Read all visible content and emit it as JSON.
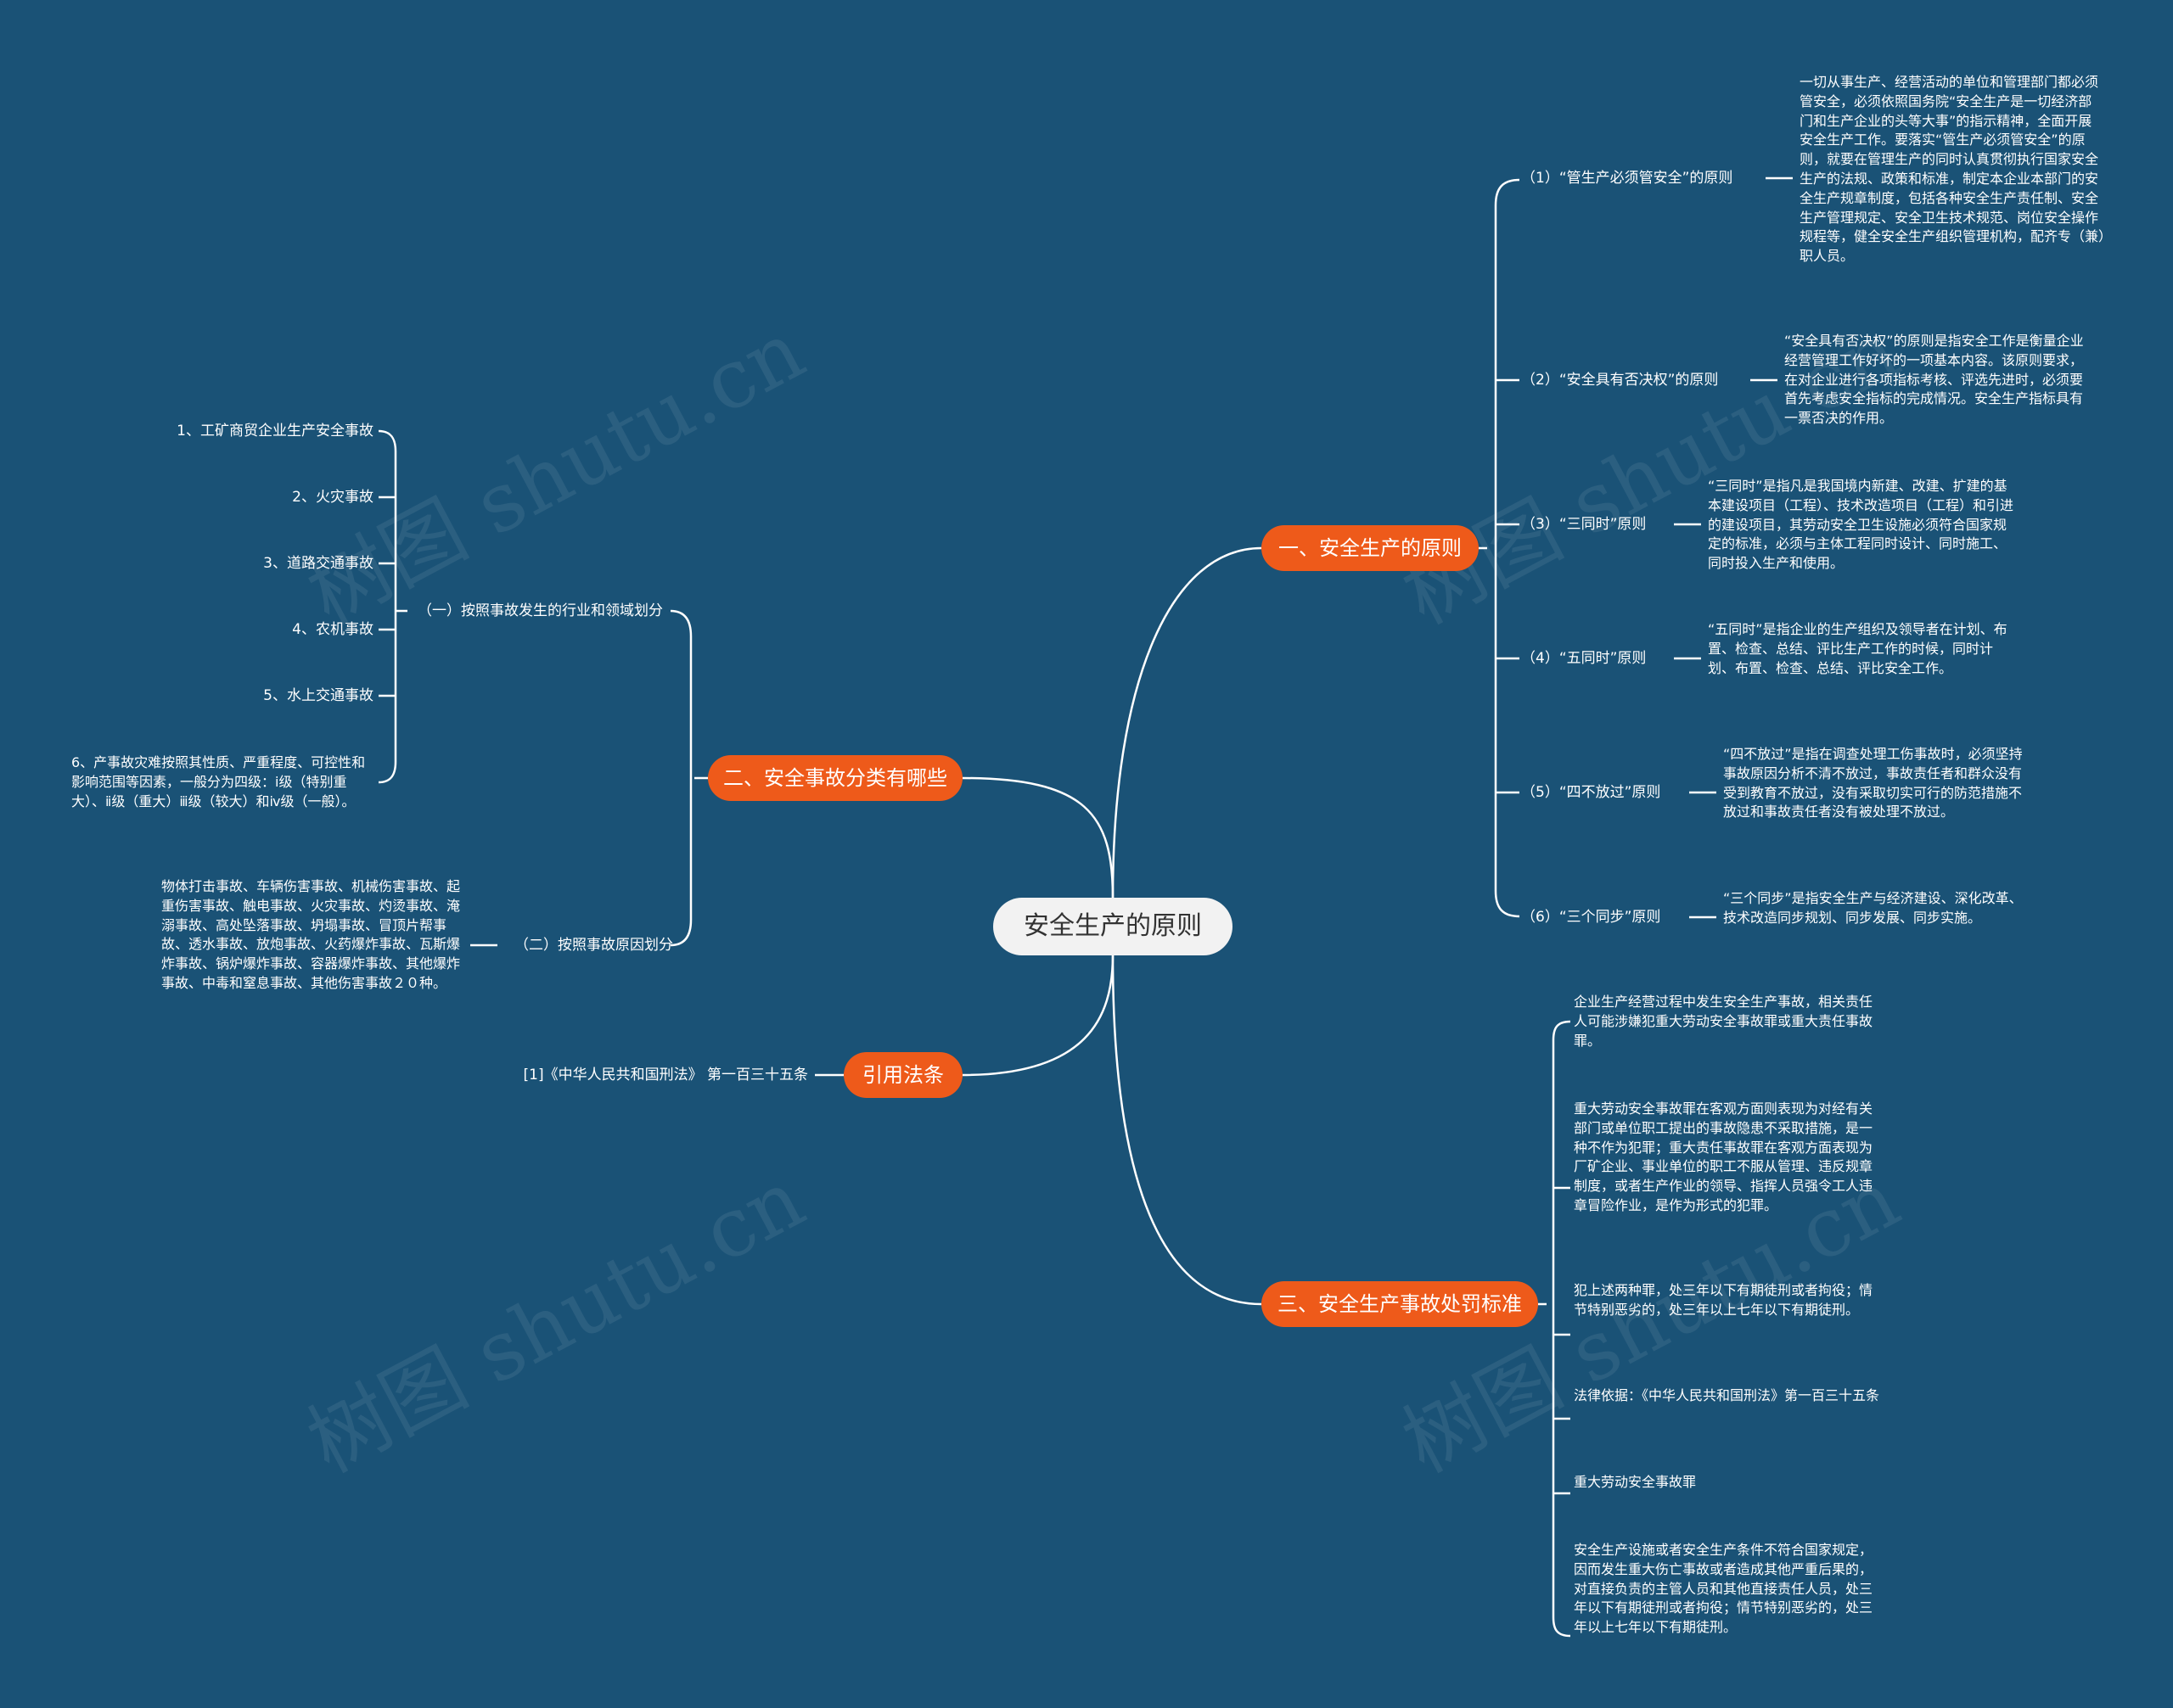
{
  "root": "安全生产的原则",
  "watermark": "树图 shutu.cn",
  "branches": {
    "b1": {
      "label": "一、安全生产的原则",
      "items": [
        {
          "label": "（1）“管生产必须管安全”的原则",
          "text": "一切从事生产、经营活动的单位和管理部门都必须管安全，必须依照国务院“安全生产是一切经济部门和生产企业的头等大事”的指示精神，全面开展安全生产工作。要落实“管生产必须管安全”的原则，就要在管理生产的同时认真贯彻执行国家安全生产的法规、政策和标准，制定本企业本部门的安全生产规章制度，包括各种安全生产责任制、安全生产管理规定、安全卫生技术规范、岗位安全操作规程等，健全安全生产组织管理机构，配齐专（兼）职人员。"
        },
        {
          "label": "（2）“安全具有否决权”的原则",
          "text": "“安全具有否决权”的原则是指安全工作是衡量企业经营管理工作好坏的一项基本内容。该原则要求，在对企业进行各项指标考核、评选先进时，必须要首先考虑安全指标的完成情况。安全生产指标具有一票否决的作用。"
        },
        {
          "label": "（3）“三同时”原则",
          "text": "“三同时”是指凡是我国境内新建、改建、扩建的基本建设项目（工程）、技术改造项目（工程）和引进的建设项目，其劳动安全卫生设施必须符合国家规定的标准，必须与主体工程同时设计、同时施工、同时投入生产和使用。"
        },
        {
          "label": "（4）“五同时”原则",
          "text": "“五同时”是指企业的生产组织及领导者在计划、布置、检查、总结、评比生产工作的时候，同时计划、布置、检查、总结、评比安全工作。"
        },
        {
          "label": "（5）“四不放过”原则",
          "text": "“四不放过”是指在调查处理工伤事故时，必须坚持事故原因分析不清不放过，事故责任者和群众没有受到教育不放过，没有采取切实可行的防范措施不放过和事故责任者没有被处理不放过。"
        },
        {
          "label": "（6）“三个同步”原则",
          "text": "“三个同步”是指安全生产与经济建设、深化改革、技术改造同步规划、同步发展、同步实施。"
        }
      ]
    },
    "b2": {
      "label": "二、安全事故分类有哪些",
      "sub1": {
        "label": "（一）按照事故发生的行业和领域划分",
        "items": [
          "1、工矿商贸企业生产安全事故",
          "2、火灾事故",
          "3、道路交通事故",
          "4、农机事故",
          "5、水上交通事故",
          "6、产事故灾难按照其性质、严重程度、可控性和影响范围等因素，一般分为四级：ⅰ级（特别重大）、ⅱ级（重大）ⅲ级（较大）和ⅳ级（一般）。"
        ]
      },
      "sub2": {
        "label": "（二）按照事故原因划分",
        "text": "物体打击事故、车辆伤害事故、机械伤害事故、起重伤害事故、触电事故、火灾事故、灼烫事故、淹溺事故、高处坠落事故、坍塌事故、冒顶片帮事故、透水事故、放炮事故、火药爆炸事故、瓦斯爆炸事故、锅炉爆炸事故、容器爆炸事故、其他爆炸事故、中毒和窒息事故、其他伤害事故２０种。"
      }
    },
    "b3": {
      "label": "引用法条",
      "item": "[1]《中华人民共和国刑法》 第一百三十五条"
    },
    "b4": {
      "label": "三、安全生产事故处罚标准",
      "items": [
        "企业生产经营过程中发生安全生产事故，相关责任人可能涉嫌犯重大劳动安全事故罪或重大责任事故罪。",
        "重大劳动安全事故罪在客观方面则表现为对经有关部门或单位职工提出的事故隐患不采取措施，是一种不作为犯罪；重大责任事故罪在客观方面表现为厂矿企业、事业单位的职工不服从管理、违反规章制度，或者生产作业的领导、指挥人员强令工人违章冒险作业，是作为形式的犯罪。",
        "犯上述两种罪，处三年以下有期徒刑或者拘役；情节特别恶劣的，处三年以上七年以下有期徒刑。",
        "法律依据：《中华人民共和国刑法》第一百三十五条",
        "重大劳动安全事故罪",
        "安全生产设施或者安全生产条件不符合国家规定，因而发生重大伤亡事故或者造成其他严重后果的，对直接负责的主管人员和其他直接责任人员，处三年以下有期徒刑或者拘役；情节特别恶劣的，处三年以上七年以下有期徒刑。"
      ]
    }
  }
}
